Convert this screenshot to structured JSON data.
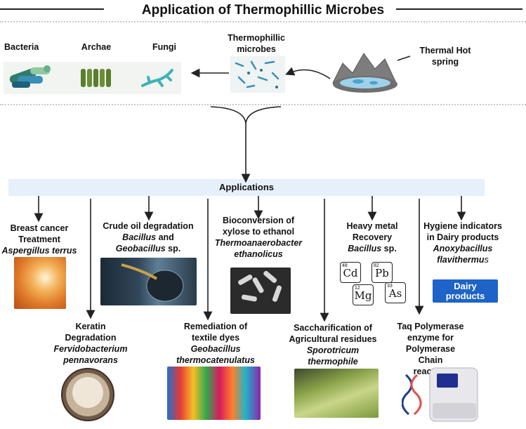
{
  "title": "Application of Thermophillic Microbes",
  "microbes": {
    "bacteria": "Bacteria",
    "archae": "Archae",
    "fungi": "Fungi",
    "thermophillic_line1": "Thermophillic",
    "thermophillic_line2": "microbes",
    "hot_spring_line1": "Thermal Hot",
    "hot_spring_line2": "spring"
  },
  "applications_label": "Applications",
  "applications": {
    "breast_cancer": {
      "line1": "Breast cancer",
      "line2": "Treatment",
      "organism": "Aspergillus terrus"
    },
    "keratin": {
      "line1": "Keratin",
      "line2": "Degradation",
      "organism1": "Fervidobacterium",
      "organism2": "pennavorans"
    },
    "crude_oil": {
      "line1": "Crude oil degradation",
      "org_a": "Bacillus",
      "and": " and",
      "org_b": "Geobacillus",
      "sp": " sp."
    },
    "textile": {
      "line1": "Remediation of",
      "line2": "textile dyes",
      "organism1": "Geobacillus",
      "organism2": "thermocatenulatus"
    },
    "xylose": {
      "line1": "Bioconversion of",
      "line2": "xylose to ethanol",
      "organism1": "Thermoanaerobacter",
      "organism2": "ethanolicus"
    },
    "saccharification": {
      "line1": "Saccharification of",
      "line2": "Agricultural residues",
      "organism1": "Sporotricum",
      "organism2": "thermophile"
    },
    "heavy_metal": {
      "line1": "Heavy metal",
      "line2": "Recovery",
      "organism": "Bacillus",
      "sp": " sp.",
      "elements": [
        "Cd",
        "Pb",
        "Mg",
        "As"
      ],
      "numbers": [
        "48",
        "82",
        "12",
        "33"
      ]
    },
    "taq": {
      "line1": "Taq Polymerase",
      "line2": "enzyme for",
      "line3": "Polymerase Chain",
      "line4": "reaction"
    },
    "hygiene": {
      "line1": "Hygiene indicators",
      "line2": "in Dairy products",
      "organism1": "Anoxybacillus",
      "organism2": "flavithermu",
      "organism2_tail": "s",
      "badge_line1": "Dairy",
      "badge_line2": "products"
    }
  },
  "colors": {
    "app_bar": "#e6f0fb",
    "dairy_badge": "#1d63c8"
  }
}
